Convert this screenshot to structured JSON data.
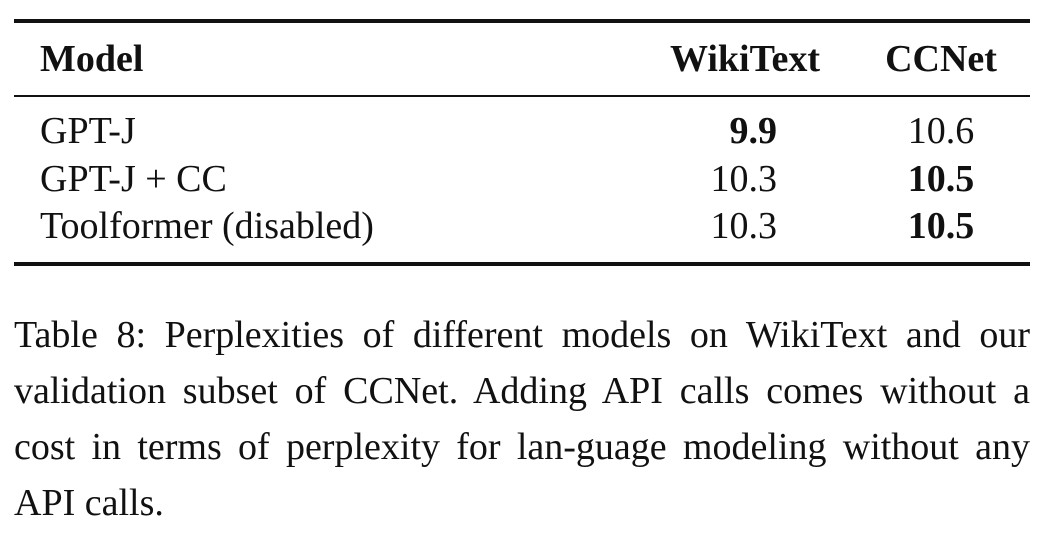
{
  "table": {
    "headers": {
      "model": "Model",
      "wikitext": "WikiText",
      "ccnet": "CCNet"
    },
    "rows": [
      {
        "model": "GPT-J",
        "wikitext": "9.9",
        "ccnet": "10.6",
        "bold": "wikitext"
      },
      {
        "model": "GPT-J + CC",
        "wikitext": "10.3",
        "ccnet": "10.5",
        "bold": "ccnet"
      },
      {
        "model": "Toolformer (disabled)",
        "wikitext": "10.3",
        "ccnet": "10.5",
        "bold": "ccnet"
      }
    ]
  },
  "caption": "Table 8: Perplexities of different models on WikiText and our validation subset of CCNet. Adding API calls comes without a cost in terms of perplexity for lan-guage modeling without any API calls."
}
